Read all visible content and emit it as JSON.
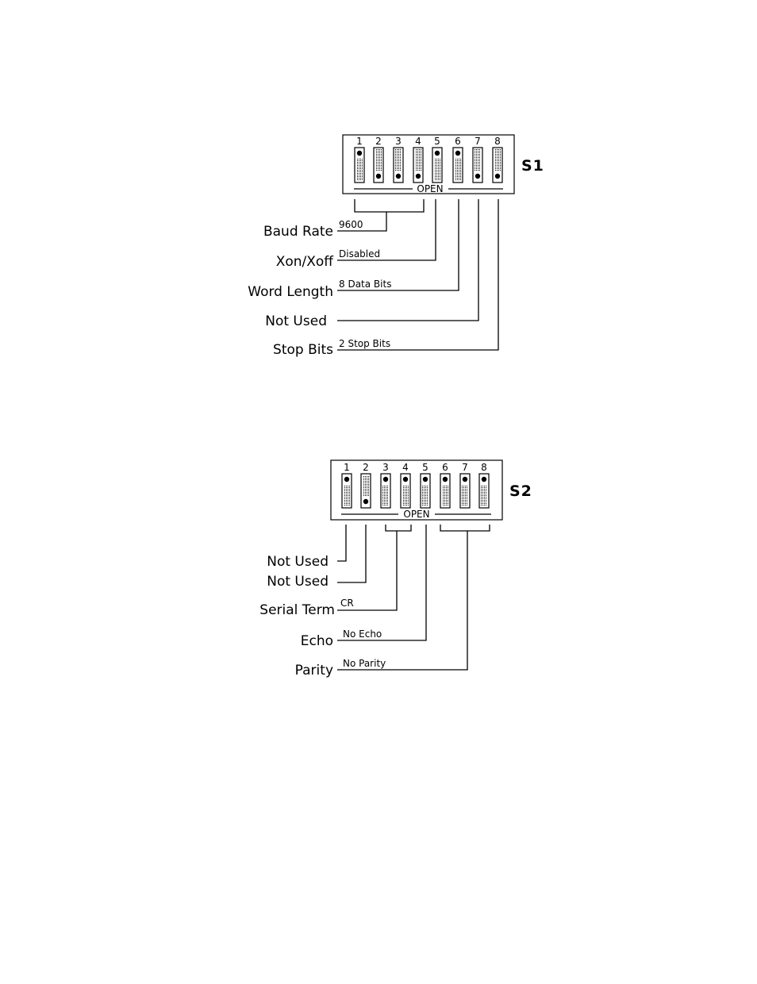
{
  "switches": [
    {
      "id": "S1",
      "title": "S1",
      "open_label": "OPEN",
      "positions": [
        {
          "number": "1",
          "state": "up"
        },
        {
          "number": "2",
          "state": "down"
        },
        {
          "number": "3",
          "state": "down"
        },
        {
          "number": "4",
          "state": "down"
        },
        {
          "number": "5",
          "state": "up"
        },
        {
          "number": "6",
          "state": "up"
        },
        {
          "number": "7",
          "state": "down"
        },
        {
          "number": "8",
          "state": "down"
        }
      ],
      "settings": [
        {
          "label": "Baud Rate",
          "value": "9600"
        },
        {
          "label": "Xon/Xoff",
          "value": "Disabled"
        },
        {
          "label": "Word Length",
          "value": "8 Data Bits"
        },
        {
          "label": "Not Used",
          "value": ""
        },
        {
          "label": "Stop Bits",
          "value": "2 Stop Bits"
        }
      ]
    },
    {
      "id": "S2",
      "title": "S2",
      "open_label": "OPEN",
      "positions": [
        {
          "number": "1",
          "state": "up"
        },
        {
          "number": "2",
          "state": "down"
        },
        {
          "number": "3",
          "state": "up"
        },
        {
          "number": "4",
          "state": "up"
        },
        {
          "number": "5",
          "state": "up"
        },
        {
          "number": "6",
          "state": "up"
        },
        {
          "number": "7",
          "state": "up"
        },
        {
          "number": "8",
          "state": "up"
        }
      ],
      "settings": [
        {
          "label": "Not Used",
          "value": ""
        },
        {
          "label": "Not Used",
          "value": ""
        },
        {
          "label": "Serial Term",
          "value": "CR"
        },
        {
          "label": "Echo",
          "value": "No Echo"
        },
        {
          "label": "Parity",
          "value": "No Parity"
        }
      ]
    }
  ]
}
